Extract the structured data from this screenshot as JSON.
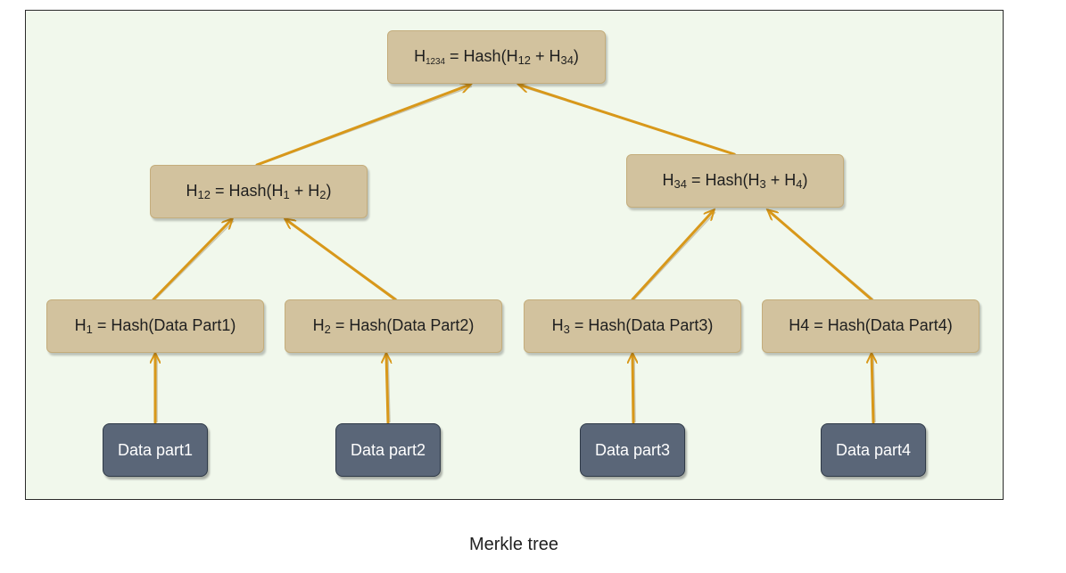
{
  "diagram": {
    "root": {
      "lhs_base": "H",
      "lhs_sub": "1234",
      "eq": " = Hash(",
      "a_base": "H",
      "a_sub": "12",
      "plus": " + ",
      "b_base": "H",
      "b_sub": "34",
      "close": ")"
    },
    "mid_left": {
      "lhs_base": "H",
      "lhs_sub": "12",
      "eq": " = Hash(",
      "a_base": "H",
      "a_sub": "1",
      "plus": " + ",
      "b_base": "H",
      "b_sub": "2",
      "close": ")"
    },
    "mid_right": {
      "lhs_base": "H",
      "lhs_sub": "34",
      "eq": " = Hash(",
      "a_base": "H",
      "a_sub": "3",
      "plus": " + ",
      "b_base": "H",
      "b_sub": "4",
      "close": ")"
    },
    "leaves": [
      {
        "lhs_base": "H",
        "lhs_sub": "1",
        "rest": " = Hash(Data Part1)"
      },
      {
        "lhs_base": "H",
        "lhs_sub": "2",
        "rest": " = Hash(Data Part2)"
      },
      {
        "lhs_base": "H",
        "lhs_sub": "3",
        "rest": " = Hash(Data Part3)"
      },
      {
        "lhs_base": "H4",
        "lhs_sub": "",
        "rest": " = Hash(Data Part4)"
      }
    ],
    "data_parts": [
      "Data part1",
      "Data part2",
      "Data part3",
      "Data part4"
    ],
    "colors": {
      "arrow": "#d8981a",
      "hash_fill": "#d2c29e",
      "data_fill": "#5a6678",
      "background": "#f1f8ec"
    }
  },
  "caption": "Merkle tree"
}
